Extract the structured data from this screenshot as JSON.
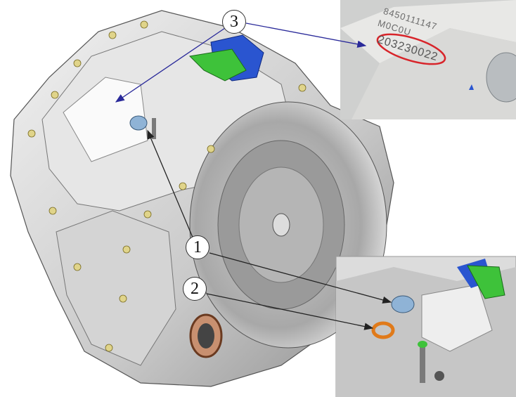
{
  "callouts": {
    "one": "1",
    "two": "2",
    "three": "3"
  },
  "stamp": {
    "line1": "8450111147",
    "line2": "M0C0U",
    "line3": "203230022"
  },
  "colors": {
    "arrow_blue": "#2a2a9a",
    "stamp_circle": "#d8242a",
    "plug_blue": "#8fb3d6",
    "washer": "#e07a1a",
    "bracket_green": "#3ec23a",
    "bracket_blue": "#2a55d0"
  }
}
